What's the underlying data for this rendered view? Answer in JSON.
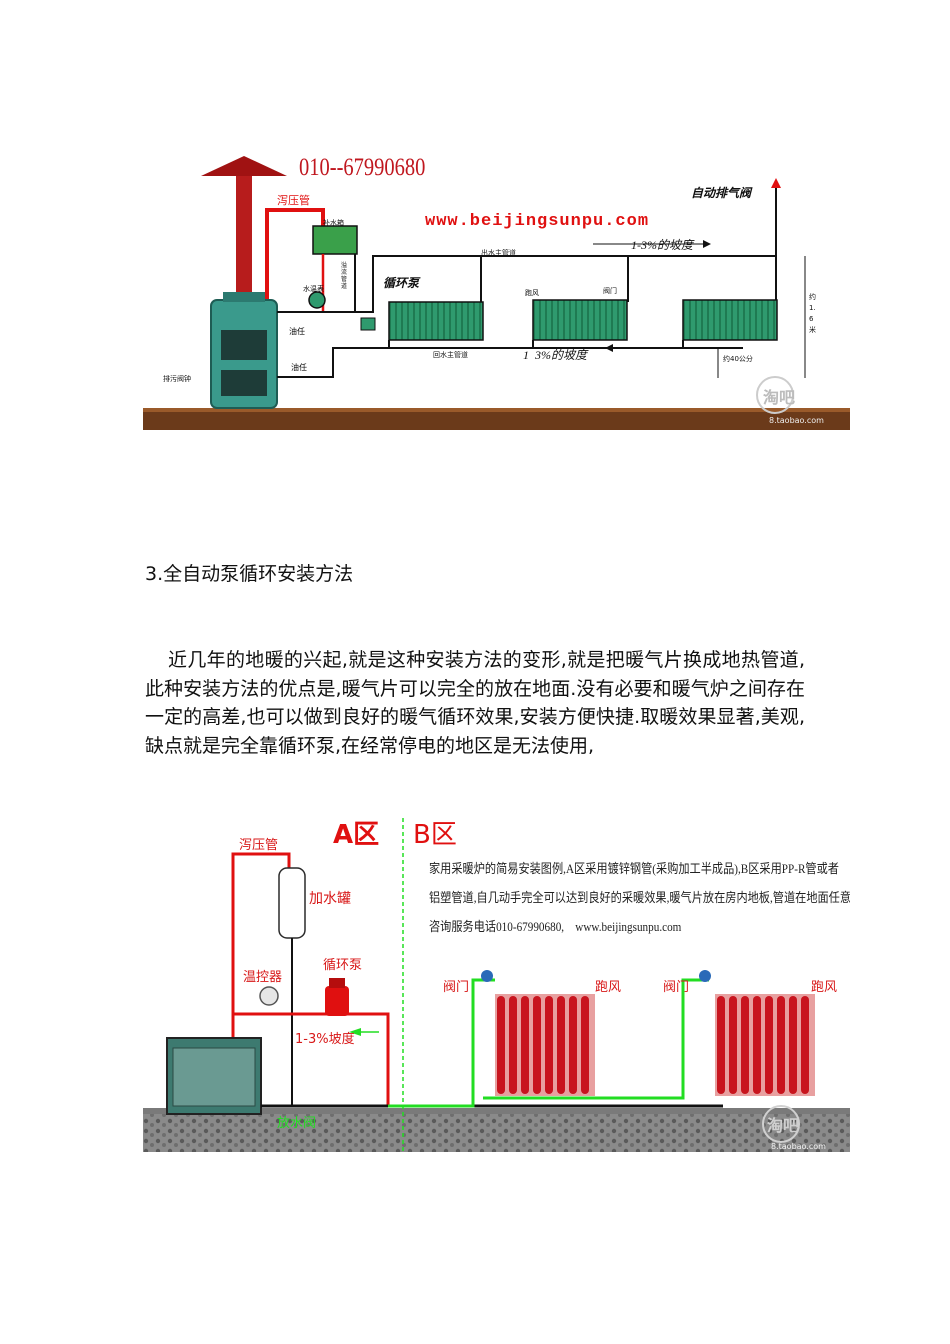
{
  "figure1": {
    "phone": "010--67990680",
    "url": "www.beijingsunpu.com",
    "labels": {
      "relief_pipe": "泻压管",
      "auto_vent": "自动排气阀",
      "supply_main": "出水主管道",
      "slope_top": "1-3%的坡度",
      "slope_bottom": "1  3%的坡度",
      "return_main": "回水主管道",
      "pump": "循环泵",
      "tank": "补水箱",
      "gauge": "水温表",
      "overflow": "溢流管道",
      "valve1": "油任",
      "valve2": "油任",
      "drain": "排污阀钟",
      "air": "跑风",
      "gate": "阀门",
      "height_label": "约 1.6 米",
      "dist_label": "约40公分"
    },
    "watermark": "淘吧",
    "watermark_url": "8.taobao.com"
  },
  "section": {
    "heading": "3.全自动泵循环安装方法",
    "paragraph": "近几年的地暖的兴起,就是这种安装方法的变形,就是把暖气片换成地热管道,此种安装方法的优点是,暖气片可以完全的放在地面.没有必要和暖气炉之间存在一定的高差,也可以做到良好的暖气循环效果,安装方便快捷.取暖效果显著,美观,缺点就是完全靠循环泵,在经常停电的地区是无法使用,"
  },
  "figure2": {
    "zone_a": "A区",
    "zone_b": "B区",
    "desc_line1": "家用采暖炉的简易安装图例,A区采用镀锌钢管(采购加工半成品),B区采用PP-R管或者",
    "desc_line2": "铝塑管道,自几动手完全可以达到良好的采暖效果,暖气片放在房内地板,管道在地面任意步设.",
    "desc_line3": "咨询服务电话010-67990680,    www.beijingsunpu.com",
    "labels": {
      "relief_pipe": "泻压管",
      "fill_tank": "加水罐",
      "thermostat": "温控器",
      "pump": "循环泵",
      "slope": "1-3%坡度",
      "valve1": "阀门",
      "air1": "跑风",
      "valve2": "阀门",
      "air2": "跑风",
      "drain": "放水阀"
    },
    "watermark": "淘吧",
    "watermark_url": "8.taobao.com"
  },
  "colors": {
    "pipe_red": "#e01010",
    "pipe_green": "#22dd22",
    "radiator_green": "#2f9a6e",
    "boiler_teal": "#3a9a8c",
    "ground_brown": "#6b3a1a",
    "radiator_red": "#c8141e",
    "label_red": "#d81818"
  }
}
